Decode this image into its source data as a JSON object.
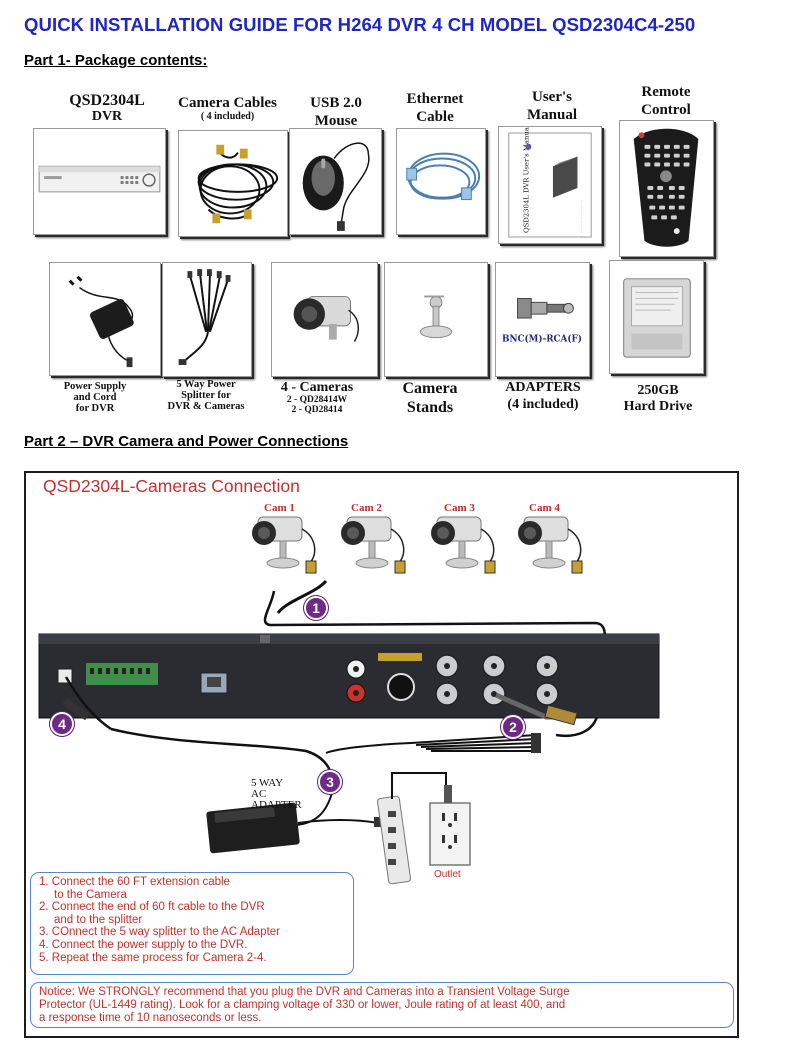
{
  "document": {
    "title": "QUICK INSTALLATION GUIDE FOR H264 DVR 4 CH MODEL QSD2304C4-250"
  },
  "part1": {
    "heading": "Part 1- Package contents:",
    "items": [
      {
        "lines": [
          "QSD2304L",
          "DVR"
        ],
        "image": "dvr-unit"
      },
      {
        "lines": [
          "Camera Cables",
          "( 4 included)"
        ],
        "image": "camera-cables"
      },
      {
        "lines": [
          "USB 2.0",
          "Mouse"
        ],
        "image": "usb-mouse"
      },
      {
        "lines": [
          "Ethernet",
          "Cable"
        ],
        "image": "ethernet-cable"
      },
      {
        "lines": [
          "User's",
          "Manual"
        ],
        "image": "users-manual"
      },
      {
        "lines": [
          "Remote",
          "Control"
        ],
        "image": "remote-control"
      },
      {
        "lines": [
          "Power Supply",
          "and Cord",
          "for DVR"
        ],
        "image": "power-supply"
      },
      {
        "lines": [
          "5 Way Power",
          "Splitter for",
          "DVR & Cameras"
        ],
        "image": "power-splitter"
      },
      {
        "lines": [
          "4 - Cameras",
          "2 - QD28414W",
          "2 - QD28414"
        ],
        "image": "camera"
      },
      {
        "lines": [
          "Camera",
          "Stands"
        ],
        "image": "camera-stand"
      },
      {
        "lines": [
          "ADAPTERS",
          "(4 included)"
        ],
        "image": "bnc-adapter"
      },
      {
        "lines": [
          "250GB",
          "Hard Drive"
        ],
        "image": "hard-drive"
      }
    ],
    "manual_spine_text": "QSD2304L DVR User's Manual",
    "adapter_label": "BNC(M)-RCA(F)"
  },
  "part2": {
    "heading": "Part 2 – DVR Camera and Power Connections",
    "diagram_title": "QSD2304L-Cameras Connection",
    "cameras": [
      "Cam 1",
      "Cam 2",
      "Cam 3",
      "Cam 4"
    ],
    "badges": [
      "1",
      "2",
      "3",
      "4"
    ],
    "adapter_label": [
      "5 WAY",
      "AC",
      "ADAPTER"
    ],
    "outlet_label": "Outlet",
    "steps": [
      "1. Connect the 60 FT extension cable",
      "to the Camera",
      "2. Connect the end of 60 ft cable to the DVR",
      "and to the splitter",
      "3. COnnect the 5 way splitter to the AC Adapter",
      "4. Connect the power supply to the DVR.",
      "5. Repeat the same process for Camera 2-4."
    ],
    "notice": [
      "Notice: We STRONGLY recommend that you plug the DVR and Cameras into a Transient Voltage Surge",
      "Protector (UL-1449 rating). Look for a clamping voltage of 330 or lower, Joule rating of at least 400, and",
      "a response time of 10 nanoseconds or less."
    ]
  },
  "colors": {
    "title": "#1f25c8",
    "diagram_text": "#c2322d",
    "badge": "#6e2a86",
    "box_border": "#5a86c8"
  }
}
